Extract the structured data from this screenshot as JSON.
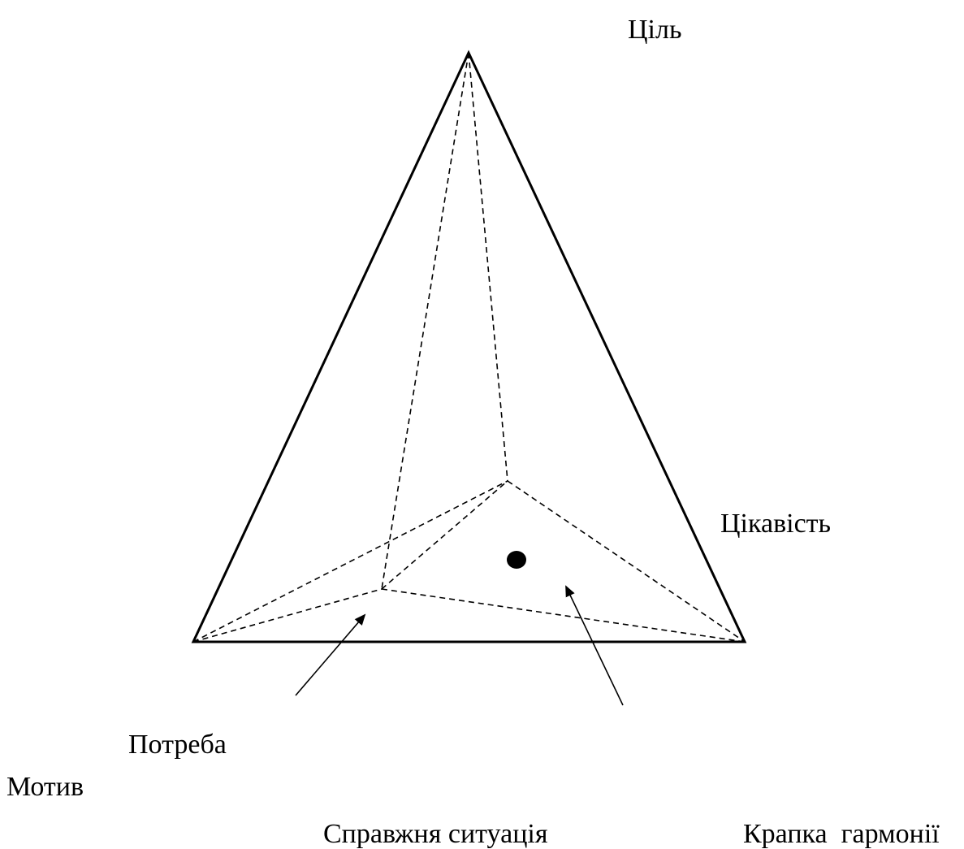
{
  "labels": {
    "goal": "Ціль",
    "interest": "Цікавість",
    "need": "Потреба",
    "motive": "Мотив",
    "real_situation": "Справжня ситуація",
    "harmony_point": "Крапка  гармонії"
  }
}
